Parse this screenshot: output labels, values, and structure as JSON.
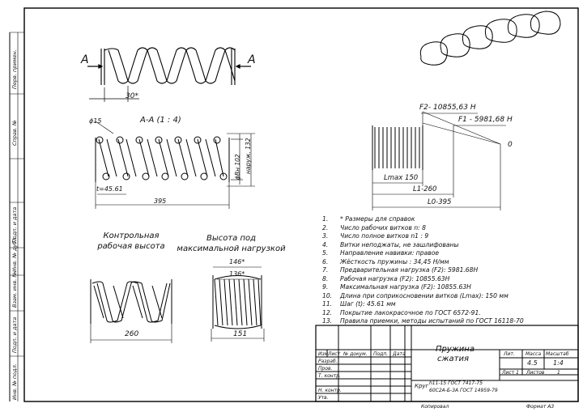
{
  "side_labels": [
    "Перв. примен.",
    "Справ. №",
    "Подп. и дата",
    "Инв. № дубл.",
    "Взам. инв. №",
    "Подп. и дата",
    "Инв. № подл."
  ],
  "drawing": {
    "section_mark": "А",
    "pitch_top": "30*",
    "section_title": "А-А (1 : 4)",
    "wire_dia": "ϕ15",
    "pitch": "t=45.61",
    "outer_dia": "ϕВн 102",
    "outer_dia2": "наруж. 132",
    "length": "395",
    "work_height_title": "Контрольная рабочая высота",
    "work_height": "260",
    "max_load_title": "Высота под максимальной нагрузкой",
    "max_dim_146": "146*",
    "max_dim_136": "136*",
    "max_dim_151": "151",
    "f2": "F2- 10855,63 Н",
    "f1": "F1 - 5981,68 Н",
    "zero": "0",
    "lmax": "Lmax 150",
    "l1": "L1-260",
    "l0": "L0-395"
  },
  "notes": [
    {
      "n": "1.",
      "text": "* Размеры для справок"
    },
    {
      "n": "2.",
      "text": "Число рабочих витков n:   8"
    },
    {
      "n": "3.",
      "text": "Число полное витков  n1 :   9"
    },
    {
      "n": "4.",
      "text": "Витки неподжаты, не зашлифованы"
    },
    {
      "n": "5.",
      "text": "Направление навивки:   правое"
    },
    {
      "n": "6.",
      "text": "Жёсткость пружины :   34,45 Н/мм"
    },
    {
      "n": "7.",
      "text": "Предварительная нагрузка (F2):       5981.68Н"
    },
    {
      "n": "8.",
      "text": "Рабочая нагрузка (F2):    10855.63Н"
    },
    {
      "n": "9.",
      "text": "Максимальная нагрузка (F2): 10855.63Н"
    },
    {
      "n": "10.",
      "text": "Длина при соприкосновении витков (Lmax):         150  мм"
    },
    {
      "n": "11.",
      "text": "Шаг (t):        45.61  мм"
    },
    {
      "n": "12.",
      "text": "Покрытие лакокрасочное по ГОСТ 6572-91."
    },
    {
      "n": "13.",
      "text": "Правила приемки, методы испытаний по ГОСТ 16118-70"
    }
  ],
  "title_block": {
    "name_line1": "Пружина",
    "name_line2": "сжатия",
    "lit": "Лит.",
    "massa": "Масса",
    "masshtab": "Масштаб",
    "massa_val": "4.5",
    "scale_val": "1:4",
    "list": "Лист 1",
    "listov": "Листов",
    "listov_val": "1",
    "material_prefix": "Круг",
    "material1": "h11-15 ГОСТ 7417-75",
    "material2": "60С2А-Б-3А ГОСТ 14959-79",
    "rows": [
      "Изм.",
      "Лист",
      "№ докум.",
      "Подп.",
      "Дата"
    ],
    "roles": [
      "Разраб.",
      "Пров.",
      "Т. контр.",
      "Н. контр.",
      "Утв."
    ],
    "kopiroval": "Копировал",
    "format": "Формат А3"
  }
}
